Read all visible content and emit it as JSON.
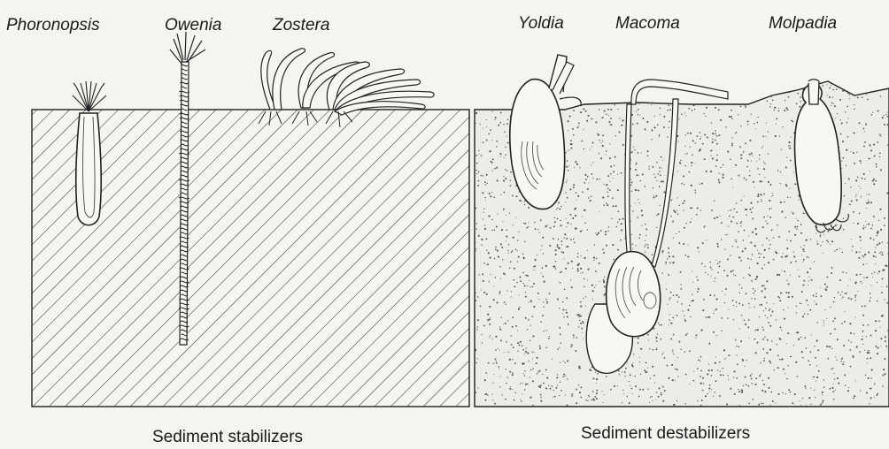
{
  "organisms": {
    "phoronopsis": "Phoronopsis",
    "owenia": "Owenia",
    "zostera": "Zostera",
    "yoldia": "Yoldia",
    "macoma": "Macoma",
    "molpadia": "Molpadia"
  },
  "captions": {
    "stabilizers": "Sediment stabilizers",
    "destabilizers": "Sediment destabilizers"
  },
  "colors": {
    "ink": "#1a1a1a",
    "paper": "#f4f4f1",
    "organism_fill": "#f7f7f4"
  }
}
